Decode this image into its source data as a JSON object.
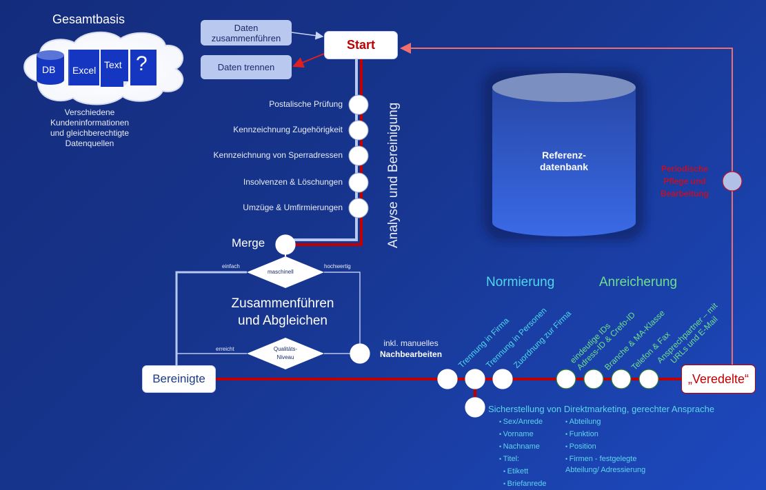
{
  "source_block": {
    "title": "Gesamtbasis",
    "sources": [
      {
        "label": "DB",
        "icon": "database-icon"
      },
      {
        "label": "Excel",
        "icon": "spreadsheet-icon"
      },
      {
        "label": "Text",
        "icon": "document-icon"
      },
      {
        "label": "?",
        "icon": "question-icon"
      }
    ],
    "caption": [
      "Verschiedene",
      "Kundeninformationen",
      "und gleichberechtigte",
      "Datenquellen"
    ]
  },
  "start": {
    "label": "Start",
    "merge_data_label": [
      "Daten",
      "zusammenführen"
    ],
    "split_data_label": "Daten trennen"
  },
  "analysis": {
    "section_title": "Analyse und Bereinigung",
    "steps": [
      "Postalische Prüfung",
      "Kennzeichnung Zugehörigkeit",
      "Kennzeichnung von Sperradressen",
      "Insolvenzen & Löschungen",
      "Umzüge & Umfirmierungen"
    ],
    "merge_label": "Merge"
  },
  "matching": {
    "title": [
      "Zusammenführen",
      "und Abgleichen"
    ],
    "decision_top": "maschinell",
    "decision_top_left": "einfach",
    "decision_top_right": "hochwertig",
    "decision_bottom": [
      "Qualitäts-",
      "Niveau"
    ],
    "decision_bottom_left": "erreicht",
    "manual_label_line1": "inkl. manuelles",
    "manual_label_line2": "Nachbearbeiten"
  },
  "cleaned_box": "Bereinigte",
  "refined_box": "„Veredelte“",
  "reference_db": [
    "Referenz-",
    "datenbank"
  ],
  "maintenance": [
    "Periodische",
    "Pflege und",
    "Bearbeitung"
  ],
  "normalization": {
    "title": "Normierung",
    "steps": [
      "Trennung in Firma",
      "Trennung in Personen",
      "Zuordnung zur Firma"
    ]
  },
  "enrichment": {
    "title": "Anreicherung",
    "steps": [
      [
        "eindeutige IDs",
        "Adress-ID & Crefo-ID"
      ],
      [
        "Branche & MA-Klasse"
      ],
      [
        "Telefon & Fax"
      ],
      [
        "Ansprechpartner – mit",
        "URLs und E-Mail"
      ]
    ]
  },
  "direct_marketing": {
    "title": "Sicherstellung von Direktmarketing, gerechter Ansprache",
    "left_items": [
      "Sex/Anrede",
      "Vorname",
      "Nachname",
      "Titel:"
    ],
    "left_subitems": [
      "Etikett",
      "Briefanrede"
    ],
    "right_items": [
      "Abteilung",
      "Funktion",
      "Position",
      "Firmen - festgelegte"
    ],
    "right_continuation": "Abteilung/ Adressierung"
  },
  "colors": {
    "red_line": "#c00000",
    "light_line": "#b8c8f0",
    "pink_line": "#f07070",
    "cyan_text": "#4fd8ee",
    "green_text": "#6ee08c",
    "maintenance_text": "#c0102a"
  }
}
